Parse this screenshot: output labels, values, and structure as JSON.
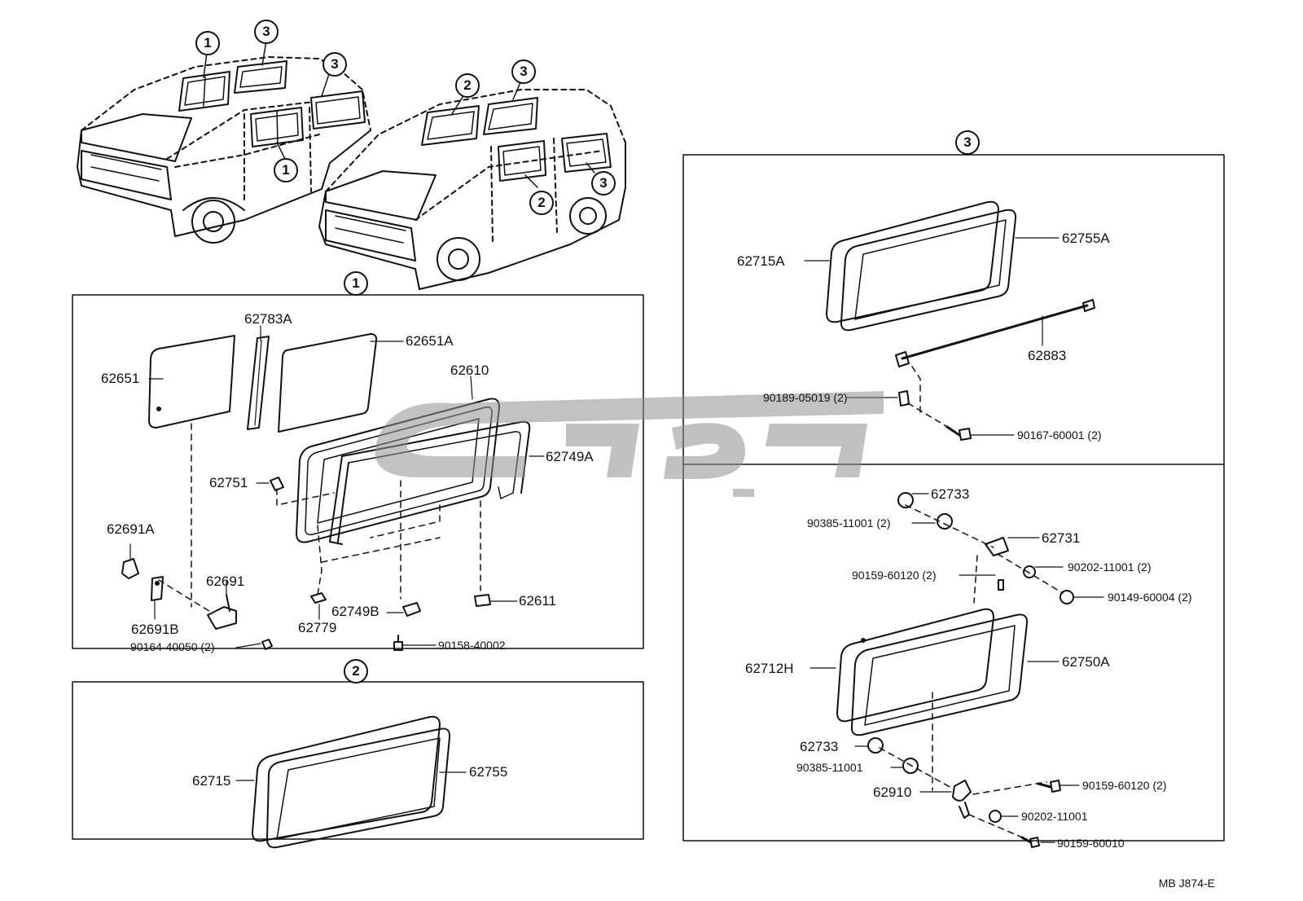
{
  "section_markers": {
    "sec1": "1",
    "sec2": "2",
    "sec3": "3"
  },
  "van_callouts": {
    "a": "1",
    "b": "3",
    "c": "3",
    "d": "1",
    "e": "2",
    "f": "3",
    "g": "2",
    "h": "3"
  },
  "section1": {
    "p62651": "62651",
    "p62783A": "62783A",
    "p62651A": "62651A",
    "p62610": "62610",
    "p62749A": "62749A",
    "p62751": "62751",
    "p62691A": "62691A",
    "p62691": "62691",
    "p62691B": "62691B",
    "p62779": "62779",
    "p62749B": "62749B",
    "p62611": "62611",
    "p90164": "90164-40050 (2)",
    "p90158": "90158-40002"
  },
  "section2": {
    "p62715": "62715",
    "p62755": "62755"
  },
  "section3_top": {
    "p62715A": "62715A",
    "p62755A": "62755A",
    "p62883": "62883",
    "p90189": "90189-05019 (2)",
    "p90167": "90167-60001 (2)"
  },
  "section3_bottom": {
    "p62733a": "62733",
    "p90385a": "90385-11001 (2)",
    "p62731": "62731",
    "p90159a": "90159-60120 (2)",
    "p90202a": "90202-11001 (2)",
    "p90149": "90149-60004 (2)",
    "p62712H": "62712H",
    "p62750A": "62750A",
    "p62733b": "62733",
    "p90385b": "90385-11001",
    "p62910": "62910",
    "p90159b": "90159-60120 (2)",
    "p90202b": "90202-11001",
    "p90159c": "90159-60010"
  },
  "footer_code": "MB J874-E"
}
